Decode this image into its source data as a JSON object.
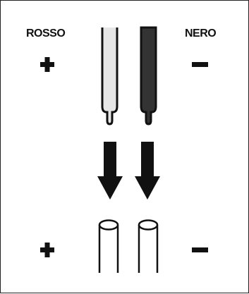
{
  "labels": {
    "positive_color": "ROSSO",
    "negative_color": "NERO"
  },
  "colors": {
    "positive_lead": "#e6e6e6",
    "negative_lead": "#333333",
    "outline": "#111111",
    "arrow": "#111111"
  },
  "symbols": {
    "positive": "plus-sign",
    "negative": "minus-sign"
  }
}
